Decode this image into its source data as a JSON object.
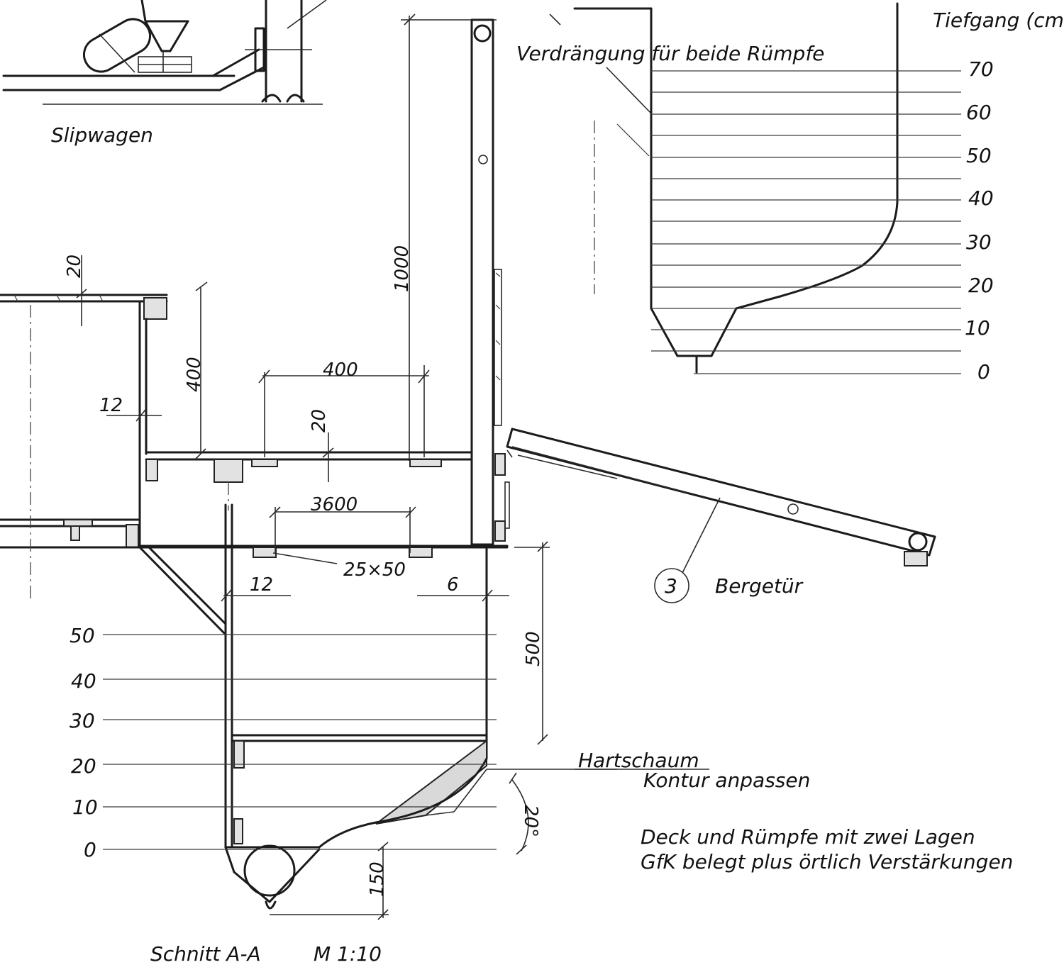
{
  "labels": {
    "slipwagen": "Slipwagen",
    "verdraengung": "Verdrängung für beide Rümpfe",
    "tiefgang": "Tiefgang (cm",
    "bergetuer": "Bergetür",
    "bergetuer_number": "3",
    "hartschaum": "Hartschaum",
    "kontur": "Kontur anpassen",
    "note_line1": "Deck und Rümpfe mit zwei Lagen",
    "note_line2": "GfK belegt plus örtlich Verstärkungen",
    "schnitt": "Schnitt A-A",
    "massstab": "M 1:10"
  },
  "dimensions": {
    "d1000": "1000",
    "d400_horizontal": "400",
    "d400_vertical": "400",
    "d20_top": "20",
    "d20_deck": "20",
    "d12_left": "12",
    "d12_hull": "12",
    "d3600": "3600",
    "d25x50": "25×50",
    "d6": "6",
    "d500": "500",
    "d150": "150",
    "angle": "20°"
  },
  "tiefgang_scale": [
    "70",
    "60",
    "50",
    "40",
    "30",
    "20",
    "10",
    "0"
  ],
  "hull_scale": [
    "50",
    "40",
    "30",
    "20",
    "10",
    "0"
  ]
}
